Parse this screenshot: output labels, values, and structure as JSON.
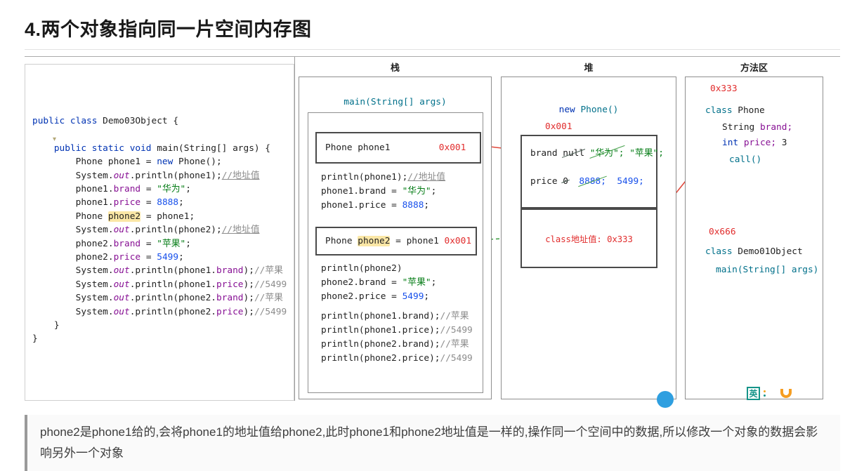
{
  "page": {
    "title": "4.两个对象指向同一片空间内存图",
    "note": "phone2是phone1给的,会将phone1的地址值给phone2,此时phone1和phone2地址值是一样的,操作同一个空间中的数据,所以修改一个对象的数据会影响另外一个对象"
  },
  "icons": {
    "intention": "▾"
  },
  "colors": {
    "accent_red": "#e12c2c",
    "string_green": "#067d17",
    "number_blue": "#1750eb",
    "keyword_blue": "#0033b3",
    "highlight_yellow": "#fbe7a6"
  },
  "code": {
    "lines": [
      [
        {
          "t": "public class ",
          "c": "kw"
        },
        {
          "t": "Demo03Object {",
          "c": ""
        }
      ],
      [],
      [
        {
          "t": "    ",
          "c": ""
        },
        {
          "t": "public static void ",
          "c": "kw"
        },
        {
          "t": "main(String[] args) {",
          "c": ""
        }
      ],
      [
        {
          "t": "        Phone phone1 = ",
          "c": ""
        },
        {
          "t": "new ",
          "c": "kw"
        },
        {
          "t": "Phone();",
          "c": ""
        }
      ],
      [
        {
          "t": "        System.",
          "c": ""
        },
        {
          "t": "out",
          "c": "fld itl"
        },
        {
          "t": ".println(phone1);",
          "c": ""
        },
        {
          "t": "//地址值",
          "c": "cmt u"
        }
      ],
      [
        {
          "t": "        phone1.",
          "c": ""
        },
        {
          "t": "brand",
          "c": "fld"
        },
        {
          "t": " = ",
          "c": ""
        },
        {
          "t": "\"华为\"",
          "c": "str"
        },
        {
          "t": ";",
          "c": ""
        }
      ],
      [
        {
          "t": "        phone1.",
          "c": ""
        },
        {
          "t": "price",
          "c": "fld"
        },
        {
          "t": " = ",
          "c": ""
        },
        {
          "t": "8888",
          "c": "num"
        },
        {
          "t": ";",
          "c": ""
        }
      ],
      [
        {
          "t": "        Phone ",
          "c": ""
        },
        {
          "t": "phone2",
          "c": "hl"
        },
        {
          "t": " = phone1;",
          "c": ""
        }
      ],
      [
        {
          "t": "        System.",
          "c": ""
        },
        {
          "t": "out",
          "c": "fld itl"
        },
        {
          "t": ".println(phone2);",
          "c": ""
        },
        {
          "t": "//地址值",
          "c": "cmt u"
        }
      ],
      [
        {
          "t": "        phone2.",
          "c": ""
        },
        {
          "t": "brand",
          "c": "fld"
        },
        {
          "t": " = ",
          "c": ""
        },
        {
          "t": "\"苹果\"",
          "c": "str"
        },
        {
          "t": ";",
          "c": ""
        }
      ],
      [
        {
          "t": "        phone2.",
          "c": ""
        },
        {
          "t": "price",
          "c": "fld"
        },
        {
          "t": " = ",
          "c": ""
        },
        {
          "t": "5499",
          "c": "num"
        },
        {
          "t": ";",
          "c": ""
        }
      ],
      [
        {
          "t": "        System.",
          "c": ""
        },
        {
          "t": "out",
          "c": "fld itl"
        },
        {
          "t": ".println(phone1.",
          "c": ""
        },
        {
          "t": "brand",
          "c": "fld"
        },
        {
          "t": ");",
          "c": ""
        },
        {
          "t": "//苹果",
          "c": "cmt"
        }
      ],
      [
        {
          "t": "        System.",
          "c": ""
        },
        {
          "t": "out",
          "c": "fld itl"
        },
        {
          "t": ".println(phone1.",
          "c": ""
        },
        {
          "t": "price",
          "c": "fld"
        },
        {
          "t": ");",
          "c": ""
        },
        {
          "t": "//5499",
          "c": "cmt"
        }
      ],
      [
        {
          "t": "        System.",
          "c": ""
        },
        {
          "t": "out",
          "c": "fld itl"
        },
        {
          "t": ".println(phone2.",
          "c": ""
        },
        {
          "t": "brand",
          "c": "fld"
        },
        {
          "t": ");",
          "c": ""
        },
        {
          "t": "//苹果",
          "c": "cmt"
        }
      ],
      [
        {
          "t": "        System.",
          "c": ""
        },
        {
          "t": "out",
          "c": "fld itl"
        },
        {
          "t": ".println(phone2.",
          "c": ""
        },
        {
          "t": "price",
          "c": "fld"
        },
        {
          "t": ");",
          "c": ""
        },
        {
          "t": "//5499",
          "c": "cmt"
        }
      ],
      [
        {
          "t": "    }",
          "c": ""
        }
      ],
      [
        {
          "t": "}",
          "c": ""
        }
      ]
    ]
  },
  "stack": {
    "label": "栈",
    "frame_title": [
      {
        "t": "main(String[] args)",
        "c": "teal"
      }
    ],
    "frame1": [
      {
        "t": "Phone phone1",
        "c": ""
      },
      {
        "t": "         ",
        "c": ""
      },
      {
        "t": "0x001",
        "c": "red"
      }
    ],
    "lines_a": [
      [
        {
          "t": "println(phone1);",
          "c": ""
        },
        {
          "t": "//地址值",
          "c": "cmt u"
        }
      ],
      [
        {
          "t": "phone1.brand = ",
          "c": ""
        },
        {
          "t": "\"华为\"",
          "c": "str"
        },
        {
          "t": ";",
          "c": ""
        }
      ],
      [
        {
          "t": "phone1.price = ",
          "c": ""
        },
        {
          "t": "8888",
          "c": "num"
        },
        {
          "t": ";",
          "c": ""
        }
      ]
    ],
    "frame2": [
      {
        "t": "Phone ",
        "c": ""
      },
      {
        "t": "phone2",
        "c": "hl"
      },
      {
        "t": " = phone1 ",
        "c": ""
      },
      {
        "t": "0x001",
        "c": "red"
      }
    ],
    "lines_b": [
      [
        {
          "t": "println(phone2)",
          "c": ""
        }
      ],
      [
        {
          "t": "phone2.brand = ",
          "c": ""
        },
        {
          "t": "\"苹果\"",
          "c": "str"
        },
        {
          "t": ";",
          "c": ""
        }
      ],
      [
        {
          "t": "phone2.price = ",
          "c": ""
        },
        {
          "t": "5499",
          "c": "num"
        },
        {
          "t": ";",
          "c": ""
        }
      ]
    ],
    "lines_c": [
      [
        {
          "t": "println(phone1.brand);",
          "c": ""
        },
        {
          "t": "//苹果",
          "c": "cmt"
        }
      ],
      [
        {
          "t": "println(phone1.price);",
          "c": ""
        },
        {
          "t": "//5499",
          "c": "cmt"
        }
      ],
      [
        {
          "t": "println(phone2.brand);",
          "c": ""
        },
        {
          "t": "//苹果",
          "c": "cmt"
        }
      ],
      [
        {
          "t": "println(phone2.price);",
          "c": ""
        },
        {
          "t": "//5499",
          "c": "cmt"
        }
      ]
    ]
  },
  "heap": {
    "label": "堆",
    "new_label": [
      {
        "t": "new ",
        "c": "kw"
      },
      {
        "t": "Phone()",
        "c": "teal"
      }
    ],
    "address": "0x001",
    "brand_row": [
      {
        "t": "brand ",
        "c": ""
      },
      {
        "t": "null",
        "c": "slash"
      },
      {
        "t": " ",
        "c": ""
      },
      {
        "t": "\"华为\";",
        "c": "str slash-g"
      },
      {
        "t": " ",
        "c": ""
      },
      {
        "t": "\"苹果\";",
        "c": "str"
      }
    ],
    "price_row": [
      {
        "t": "price ",
        "c": ""
      },
      {
        "t": "0",
        "c": "slash"
      },
      {
        "t": "  ",
        "c": ""
      },
      {
        "t": "8888;",
        "c": "num slash-g"
      },
      {
        "t": "  ",
        "c": ""
      },
      {
        "t": "5499;",
        "c": "num"
      }
    ],
    "class_row": [
      {
        "t": "class地址值: 0x333",
        "c": "red"
      }
    ]
  },
  "method_area": {
    "label": "方法区",
    "address1": "0x333",
    "class1": [
      {
        "t": "class ",
        "c": "teal"
      },
      {
        "t": "Phone",
        "c": ""
      }
    ],
    "field1": [
      {
        "t": "String ",
        "c": ""
      },
      {
        "t": "brand;",
        "c": "fld"
      }
    ],
    "field2": [
      {
        "t": "int ",
        "c": "kw"
      },
      {
        "t": "price;",
        "c": "fld"
      },
      {
        "t": " 3",
        "c": ""
      }
    ],
    "method1": [
      {
        "t": "call()",
        "c": "teal"
      }
    ],
    "address2": "0x666",
    "class2": [
      {
        "t": "class ",
        "c": "teal"
      },
      {
        "t": "Demo01Object",
        "c": ""
      }
    ],
    "method2": [
      {
        "t": "main(String[] args)",
        "c": "teal"
      }
    ]
  },
  "watermark": {
    "text": "英"
  }
}
